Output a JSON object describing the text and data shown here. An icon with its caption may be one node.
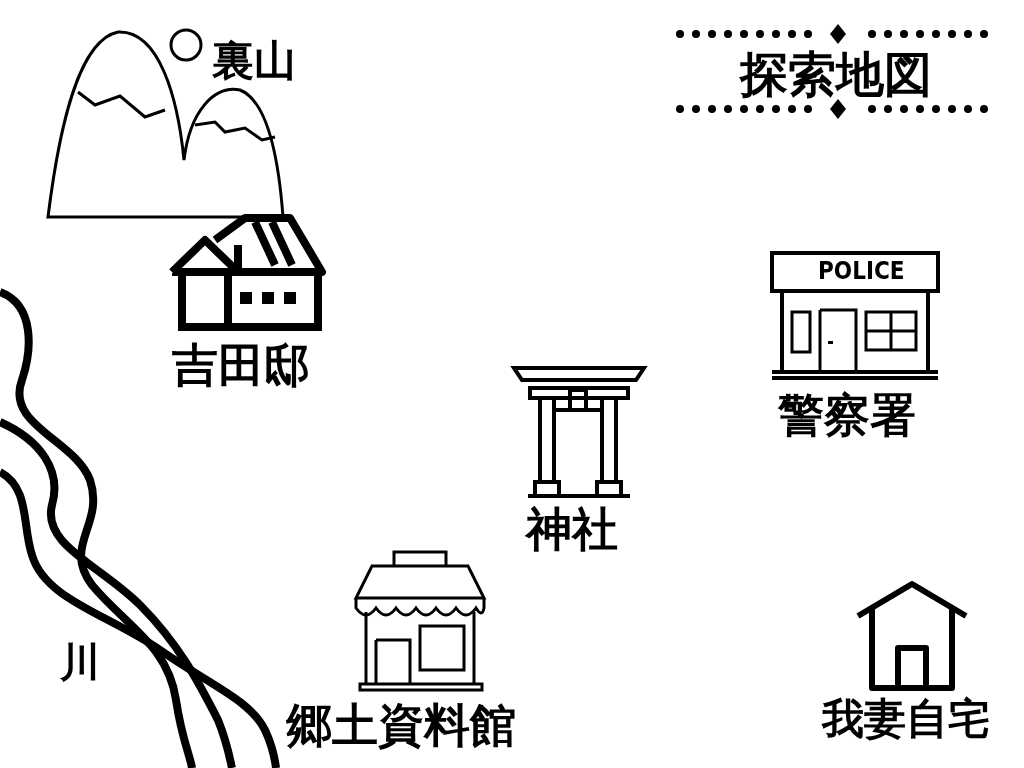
{
  "diagram": {
    "title": "探索地図",
    "labels": [
      "裏山",
      "吉田邸",
      "POLICE",
      "警察署",
      "神社",
      "郷土資料館",
      "川",
      "我妻自宅"
    ]
  }
}
